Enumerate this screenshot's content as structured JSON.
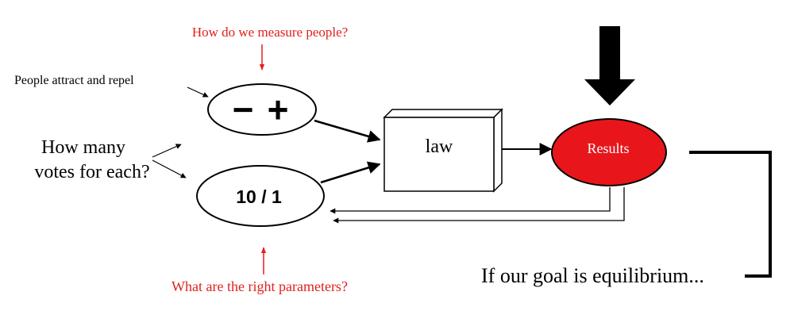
{
  "colors": {
    "annotation_red": "#e0201c",
    "results_fill": "#e8161b",
    "ink": "#000000",
    "box_fill": "#ffffff"
  },
  "annotations": {
    "measure_question": "How do we measure people?",
    "attract_repel": "People attract and repel",
    "votes_line1": "How many",
    "votes_line2": "votes for each?",
    "parameters_question": "What are the right parameters?",
    "goal": "If our goal is equilibrium..."
  },
  "nodes": {
    "minus_plus": {
      "minus": "−",
      "plus": "+"
    },
    "ratio": "10 / 1",
    "law": "law",
    "results": "Results"
  },
  "icons": {
    "big_arrow": "down-arrow-icon",
    "plus_minus": "plus-minus-icon"
  }
}
